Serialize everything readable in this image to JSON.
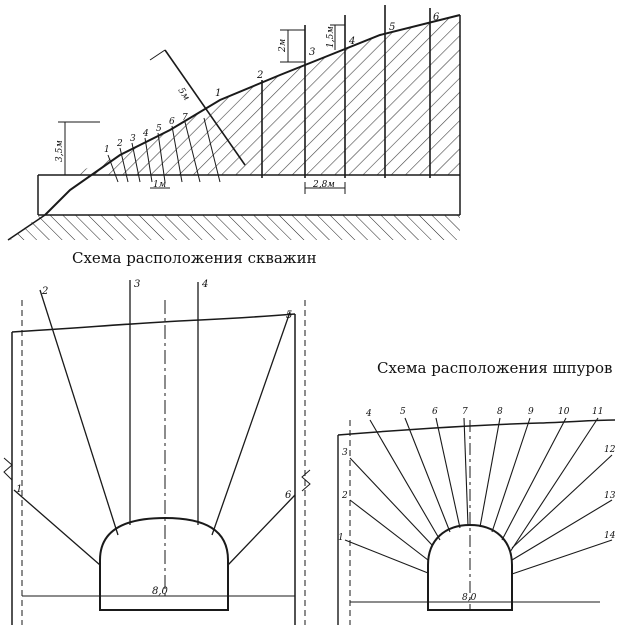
{
  "captions": {
    "boreholes_scheme": "Схема расположения скважин",
    "blastholes_scheme": "Схема расположения шпуров"
  },
  "top_section": {
    "borehole_numbers": [
      "1",
      "2",
      "3",
      "4",
      "5",
      "6"
    ],
    "shothole_numbers": [
      "1",
      "2",
      "3",
      "4",
      "5",
      "6",
      "7"
    ],
    "dimensions": {
      "height_left": "3,5м",
      "incline_length": "5м",
      "step_2m": "2м",
      "step_15m": "1,5м",
      "spacing_1m": "1м",
      "spacing_28m": "2,8м"
    }
  },
  "bottom_left": {
    "borehole_numbers": [
      "1",
      "2",
      "3",
      "4",
      "5",
      "6"
    ],
    "width_label": "8,0"
  },
  "bottom_right": {
    "top_numbers": [
      "4",
      "5",
      "6",
      "7",
      "8",
      "9",
      "10",
      "11"
    ],
    "left_numbers": [
      "3",
      "2",
      "1"
    ],
    "right_numbers": [
      "12",
      "13",
      "14"
    ],
    "width_label": "8,0"
  }
}
